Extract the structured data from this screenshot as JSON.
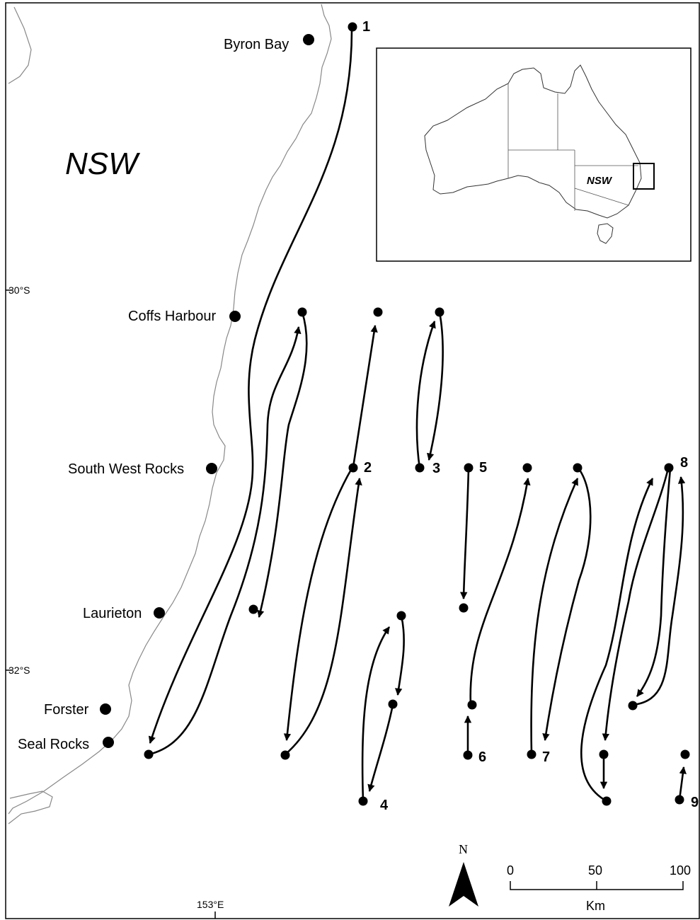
{
  "region_label": "NSW",
  "towns": [
    {
      "name": "Byron Bay"
    },
    {
      "name": "Coffs Harbour"
    },
    {
      "name": "South West Rocks"
    },
    {
      "name": "Laurieton"
    },
    {
      "name": "Forster"
    },
    {
      "name": "Seal Rocks"
    }
  ],
  "graticule": {
    "lat_30": "30°S",
    "lat_32": "32°S",
    "lon_153": "153°E"
  },
  "track_numbers": [
    "1",
    "2",
    "3",
    "4",
    "5",
    "6",
    "7",
    "8",
    "9"
  ],
  "inset": {
    "region_label": "NSW"
  },
  "north_arrow": {
    "label": "N"
  },
  "scale_bar": {
    "ticks": [
      "0",
      "50",
      "100"
    ],
    "unit": "Km"
  }
}
